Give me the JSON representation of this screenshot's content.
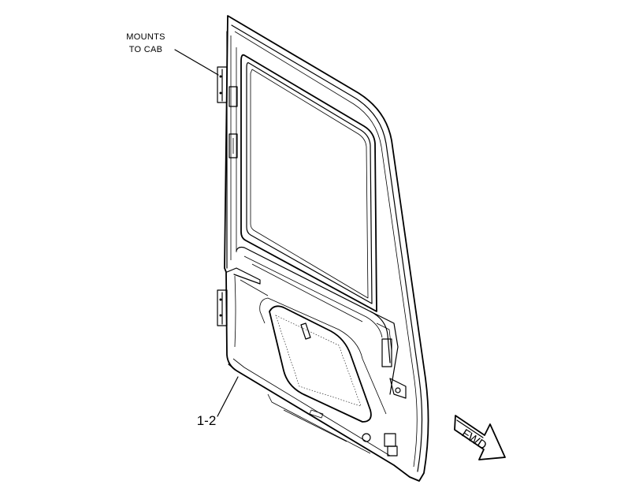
{
  "diagram": {
    "callouts": {
      "mounts_line1": "MOUNTS",
      "mounts_line2": "TO CAB",
      "part_ref": "1-2"
    },
    "direction_arrow": {
      "label": "FWD"
    }
  }
}
